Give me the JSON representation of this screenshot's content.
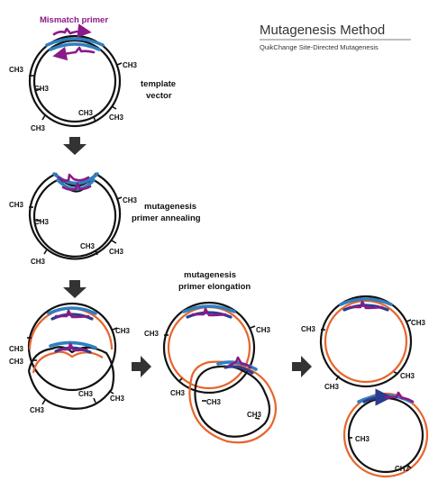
{
  "header": {
    "title": "Mutagenesis Method",
    "subtitle": "QuikChange Site-Directed Mutagenesis"
  },
  "labels": {
    "mismatch_primer": "Mismatch primer",
    "methylation_mark": "CH3",
    "step1_line1": "template",
    "step1_line2": "vector",
    "step2_line1": "mutagenesis",
    "step2_line2": "primer annealing",
    "step3_line1": "mutagenesis",
    "step3_line2": "primer elongation"
  },
  "colors": {
    "template_strand": "#111111",
    "new_strand": "#e8642c",
    "template_region": "#2f7fbf",
    "mutated_region": "#2b3d8f",
    "primer": "#8b1a89",
    "arrow": "#333333"
  },
  "icons": [
    "down-arrow-icon",
    "right-arrow-icon"
  ]
}
